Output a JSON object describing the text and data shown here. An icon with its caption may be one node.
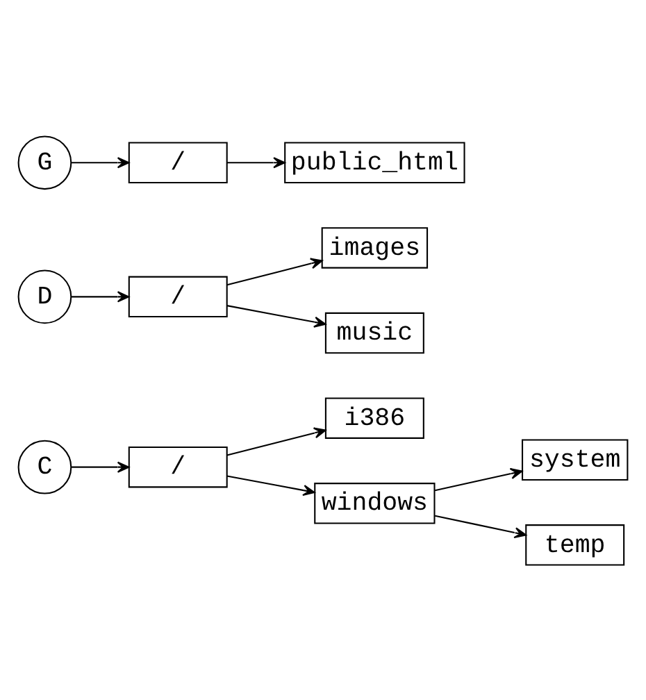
{
  "diagram": {
    "nodes": [
      {
        "text": [
          "C"
        ]
      },
      {
        "text": [
          "/"
        ]
      },
      {
        "text": [
          "i386"
        ]
      },
      {
        "text": [
          "windows"
        ]
      },
      {
        "text": [
          "system"
        ]
      },
      {
        "text": [
          "temp"
        ]
      },
      {
        "text": [
          "D"
        ]
      },
      {
        "text": [
          "/"
        ]
      },
      {
        "text": [
          "images"
        ]
      },
      {
        "text": [
          "music"
        ]
      },
      {
        "text": [
          "G"
        ]
      },
      {
        "text": [
          "/"
        ]
      },
      {
        "text": [
          "public_html"
        ]
      }
    ],
    "edges": [
      {
        "from": 0,
        "to": 1,
        "arrow": "to"
      },
      {
        "from": 1,
        "to": 2,
        "arrow": "to"
      },
      {
        "from": 1,
        "to": 3,
        "arrow": "to"
      },
      {
        "from": 3,
        "to": 4,
        "arrow": "to"
      },
      {
        "from": 3,
        "to": 5,
        "arrow": "to"
      },
      {
        "from": 6,
        "to": 7,
        "arrow": "to"
      },
      {
        "from": 7,
        "to": 8,
        "arrow": "to"
      },
      {
        "from": 7,
        "to": 9,
        "arrow": "to"
      },
      {
        "from": 10,
        "to": 11,
        "arrow": "to"
      },
      {
        "from": 11,
        "to": 12,
        "arrow": "to"
      }
    ]
  }
}
